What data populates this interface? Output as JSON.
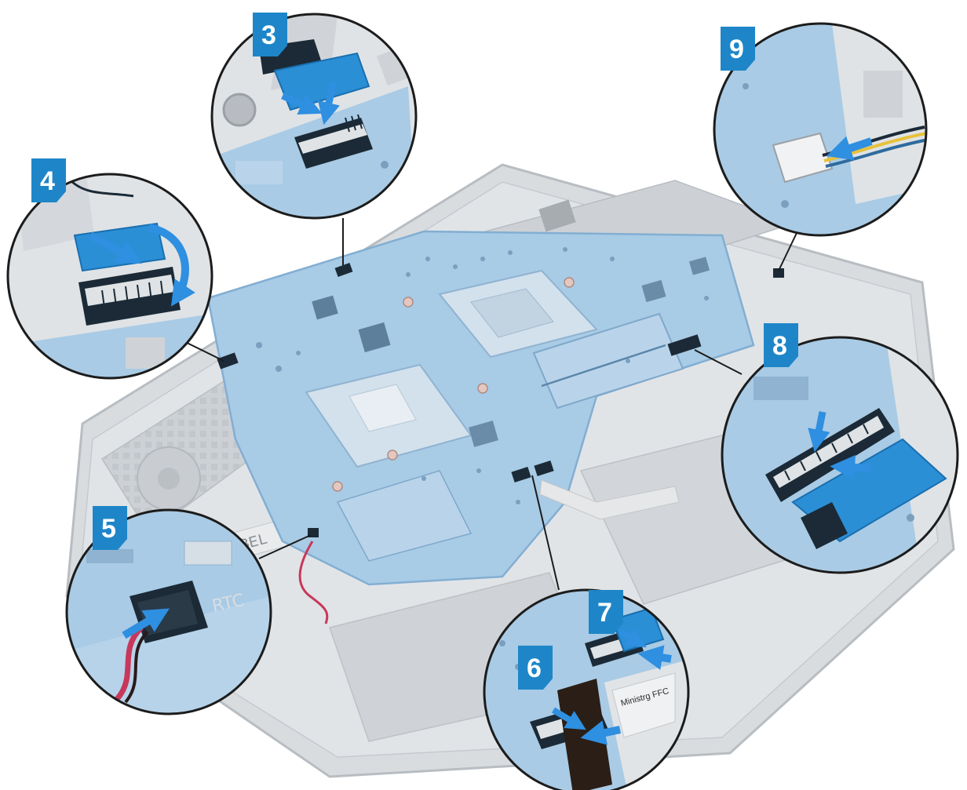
{
  "callouts": [
    {
      "step": "3"
    },
    {
      "step": "4"
    },
    {
      "step": "5",
      "text": "RTC"
    },
    {
      "step": "6"
    },
    {
      "step": "7",
      "text": "Ministrg FFC"
    },
    {
      "step": "8"
    },
    {
      "step": "9"
    }
  ],
  "board_label": "B LABEL",
  "colors": {
    "badge": "#1e86c8",
    "board": "#9ec4e2",
    "board_dark": "#6f9ec4",
    "chassis": "#d6d9dc",
    "chassis_edge": "#b5babf",
    "cable_blue": "#2b8fd6",
    "arrow_blue": "#2f8fe0",
    "connector": "#1b2a36",
    "rtc_wire": "#c8385a"
  }
}
